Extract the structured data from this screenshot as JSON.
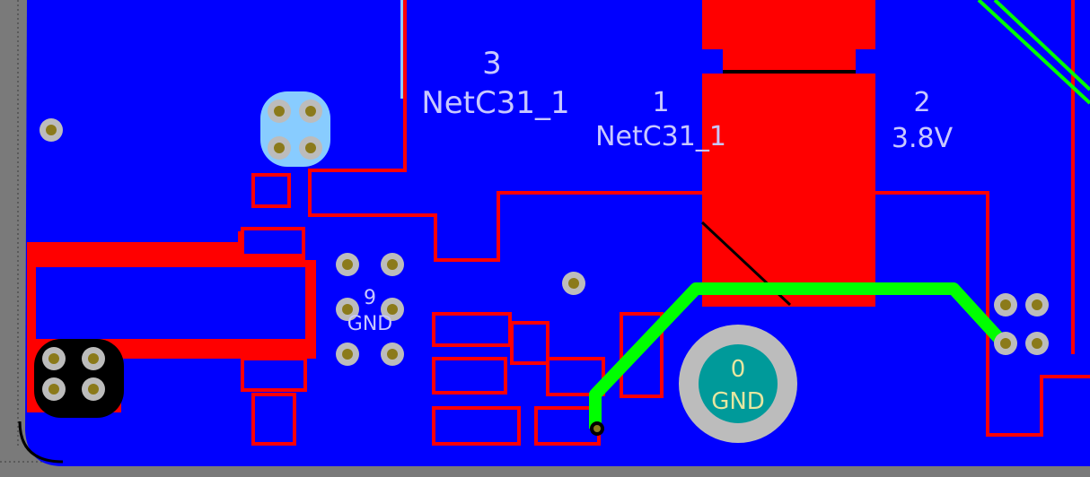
{
  "view": {
    "colors": {
      "background": "#7a7a7a",
      "bottom_copper": "#0000ff",
      "top_copper": "#ff0000",
      "track_highlight": "#00ff00",
      "pad_silver": "#bcbcbc",
      "via_hole": "#8b7a1a",
      "via_highlight": "#88ccff",
      "mount_pad": "#009a9a",
      "label": "#c8c8ff",
      "mount_label": "#e6e6a0"
    }
  },
  "labels": {
    "pad3_number": "3",
    "pad3_net": "NetC31_1",
    "pad1_number": "1",
    "pad1_net": "NetC31_1",
    "pad2_number": "2",
    "pad2_net": "3.8V",
    "via9_number": "9",
    "via9_net": "GND",
    "mount_number": "0",
    "mount_net": "GND"
  },
  "icons": {
    "via": "via-icon",
    "mount": "mounting-hole-icon"
  }
}
